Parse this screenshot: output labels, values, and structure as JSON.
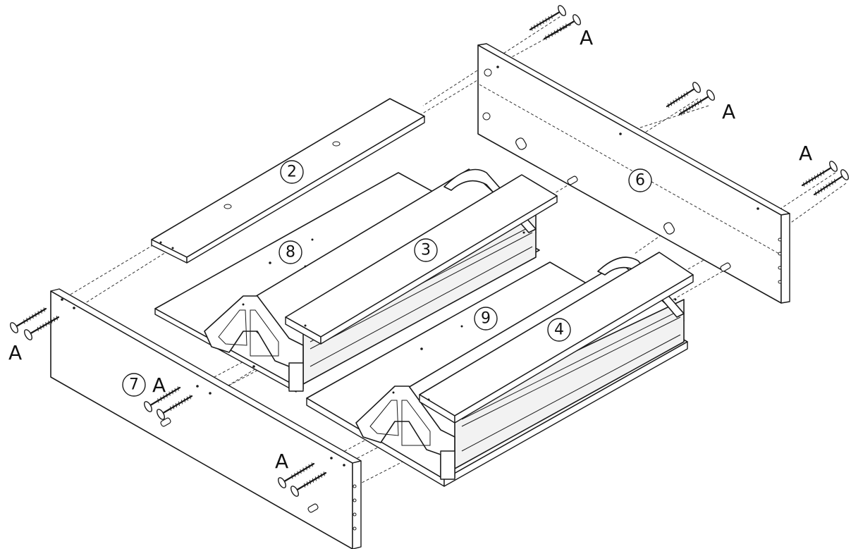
{
  "part_numbers": {
    "p2": "2",
    "p3": "3",
    "p4": "4",
    "p6": "6",
    "p7": "7",
    "p8": "8",
    "p9": "9"
  },
  "hardware_labels": {
    "a1": "A",
    "a2": "A",
    "a3": "A",
    "a4": "A",
    "a5": "A",
    "a6": "A"
  }
}
